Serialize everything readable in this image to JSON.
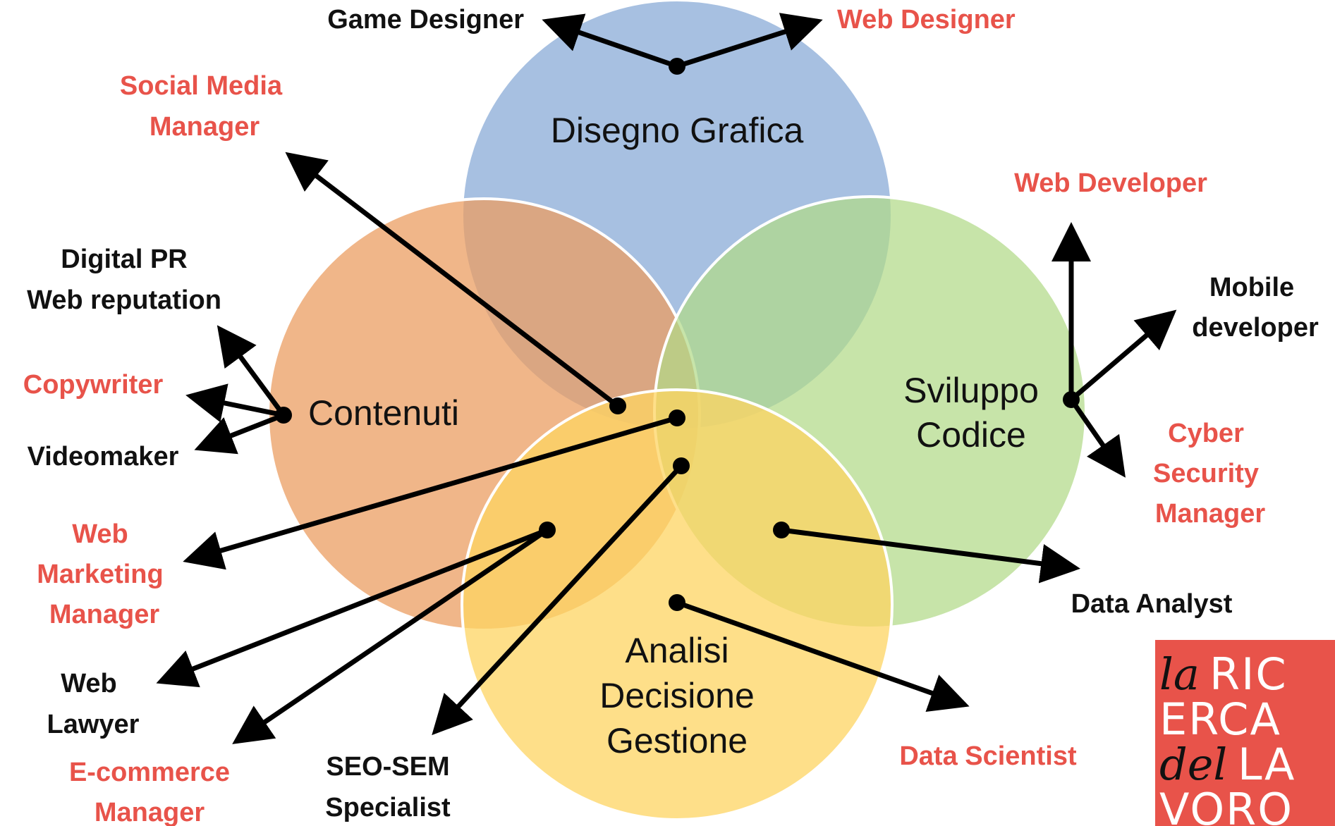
{
  "areas": {
    "design": "Disegno Grafica",
    "content": "Contenuti",
    "code": [
      "Sviluppo",
      "Codice"
    ],
    "analysis": [
      "Analisi",
      "Decisione",
      "Gestione"
    ]
  },
  "roles": {
    "game_designer": [
      "Game Designer"
    ],
    "web_designer": [
      "Web Designer"
    ],
    "social_media_manager": [
      "Social Media",
      "Manager"
    ],
    "digital_pr": [
      "Digital PR",
      "Web reputation"
    ],
    "copywriter": [
      "Copywriter"
    ],
    "videomaker": [
      "Videomaker"
    ],
    "web_marketing_manager": [
      "Web",
      "Marketing",
      "Manager"
    ],
    "web_lawyer": [
      "Web",
      "Lawyer"
    ],
    "ecommerce_manager": [
      "E-commerce",
      "Manager"
    ],
    "seo_sem": [
      "SEO-SEM",
      "Specialist"
    ],
    "web_developer": [
      "Web Developer"
    ],
    "mobile_developer": [
      "Mobile",
      "developer"
    ],
    "cyber_security_manager": [
      "Cyber",
      "Security",
      "Manager"
    ],
    "data_analyst": [
      "Data Analyst"
    ],
    "data_scientist": [
      "Data Scientist"
    ]
  },
  "logo": {
    "script_la": "la",
    "ric": "RIC",
    "erca": "ERCA",
    "script_del": "del",
    "la": "LA",
    "voro": "VORO"
  },
  "colors": {
    "design_circle": "#9db8dc",
    "content_circle": "#eca56f",
    "code_circle": "#bfe09a",
    "analysis_circle": "#fdd869",
    "role_red": "#e8534a",
    "role_black": "#111111",
    "logo_bg": "#e8534a"
  }
}
